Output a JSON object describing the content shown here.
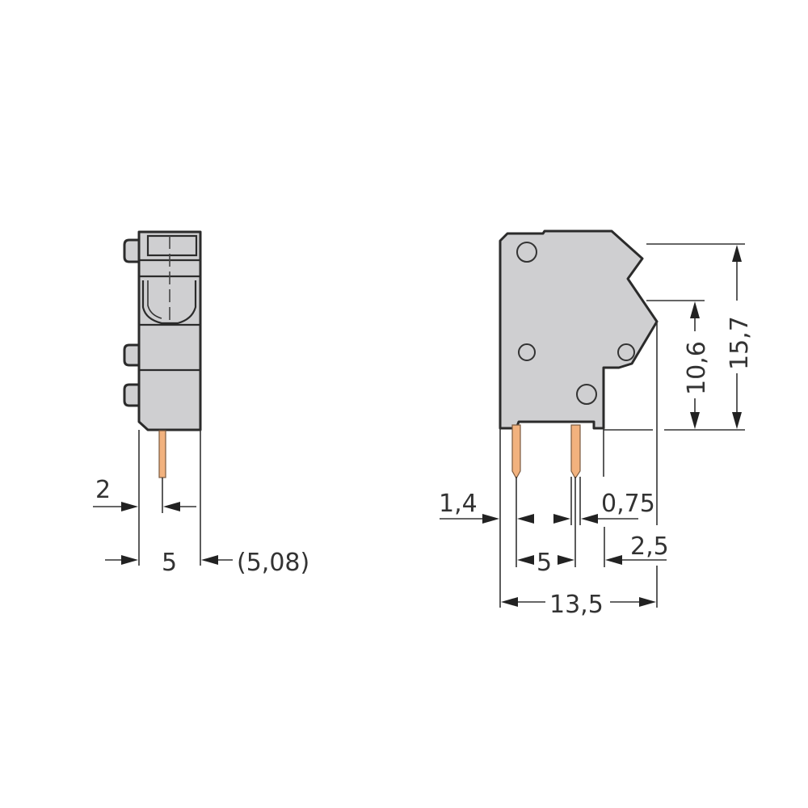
{
  "drawing": {
    "title": "Terminal block dimensional drawing",
    "colors": {
      "body": "#cfcfd1",
      "outline": "#2b2b2b",
      "pin": "#f2b27e"
    },
    "side_view": {
      "dimensions": {
        "pin_offset": "2",
        "pitch": "5",
        "pitch_alt": "(5,08)"
      }
    },
    "front_view": {
      "dimensions": {
        "pin_left_offset": "1,4",
        "pin_thickness": "0,75",
        "pin_spacing": "5",
        "right_offset": "2,5",
        "total_width": "13,5",
        "height_lower": "10,6",
        "height_total": "15,7"
      }
    }
  }
}
